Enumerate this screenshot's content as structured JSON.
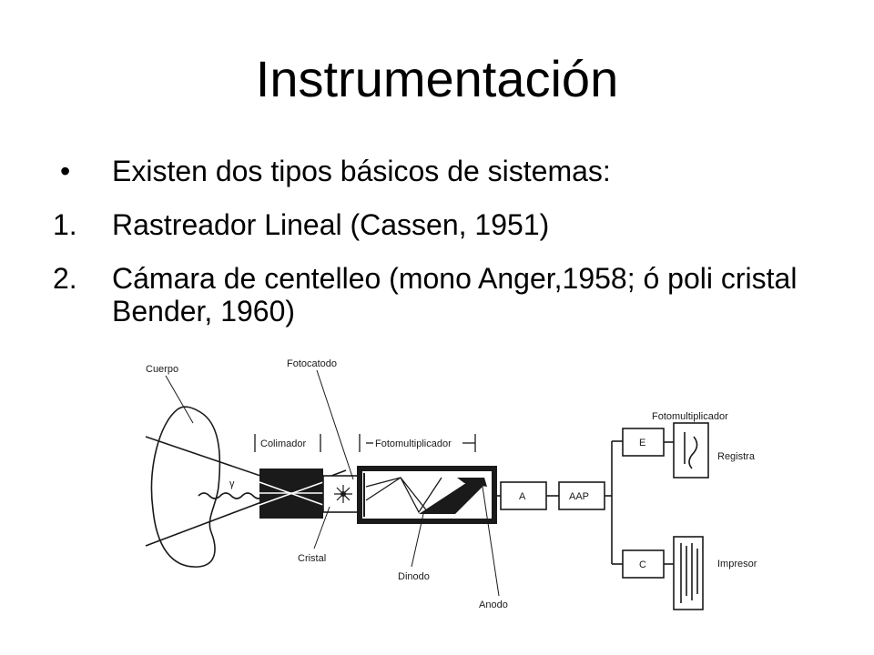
{
  "slide": {
    "title": "Instrumentación",
    "bullets": [
      {
        "marker": "•",
        "text": "Existen dos tipos básicos de sistemas:"
      },
      {
        "marker": "1.",
        "text": "Rastreador Lineal (Cassen, 1951)"
      },
      {
        "marker": "2.",
        "text": "Cámara de centelleo (mono Anger,1958; ó poli cristal Bender, 1960)"
      }
    ]
  },
  "diagram": {
    "labels": {
      "cuerpo": "Cuerpo",
      "fotocatodo": "Fotocatodo",
      "colimador": "Colimador",
      "fotomultiplicador_bracket": "Fotomultiplicador",
      "fotomultiplicador_top": "Fotomultiplicador",
      "gamma": "γ",
      "cristal": "Cristal",
      "dinodo": "Dinodo",
      "anodo": "Anodo",
      "registra": "Registra",
      "impresor": "Impresor"
    },
    "boxes": {
      "a": "A",
      "aap": "AAP",
      "e": "E",
      "c": "C"
    }
  }
}
